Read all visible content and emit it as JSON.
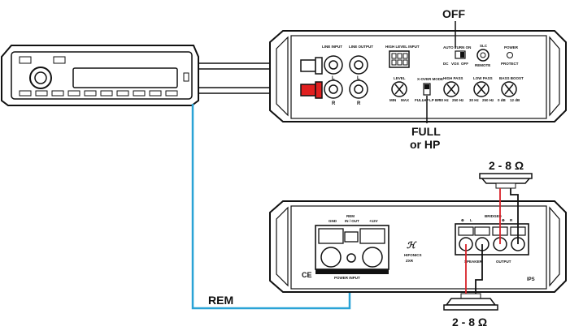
{
  "labels": {
    "off": "OFF",
    "full_or_hp_line1": "FULL",
    "full_or_hp_line2": "or HP",
    "rem": "REM",
    "ohms_top": "2 - 8 Ω",
    "ohms_bottom": "2 - 8 Ω"
  },
  "amp_front": {
    "line_input": "LINE INPUT",
    "line_output": "LINE OUTPUT",
    "high_level_input": "HIGH LEVEL INPUT",
    "auto_turn_on": "AUTO TURN ON",
    "auto_opts": [
      "DC",
      "VOX",
      "OFF"
    ],
    "slc": "SLC",
    "remote": "REMOTE",
    "power": "POWER",
    "protect": "PROTECT",
    "level": "LEVEL",
    "level_min": "MIN",
    "level_max": "MAX",
    "xover_mode": "X-OVER MODE",
    "xover_opts": [
      "FULL",
      "HP",
      "LP",
      "BP"
    ],
    "high_pass": "HIGH PASS",
    "high_pass_min": "30 Hz",
    "high_pass_max": "250 Hz",
    "low_pass": "LOW PASS",
    "low_pass_min": "30 Hz",
    "low_pass_max": "250 Hz",
    "bass_boost": "BASS BOOST",
    "bass_min": "0 dB",
    "bass_max": "12 dB",
    "ch_l": "L",
    "ch_r": "R"
  },
  "amp_rear": {
    "gnd": "GND",
    "rem": "REM",
    "rem_sub": "IN / OUT",
    "plus12v": "+12V",
    "power_input": "POWER INPUT",
    "ce": "CE",
    "speaker": "SPEAKER",
    "output": "OUTPUT",
    "bridged": "BRIDGED",
    "ch_l": "L",
    "ch_r": "R",
    "brand": "HIFONICS",
    "model": "ZXR"
  },
  "colors": {
    "line": "#111111",
    "rem_wire": "#2aa3d6",
    "red_wire": "#d9232a",
    "rca_red": "#e02020",
    "panel": "#ffffff"
  }
}
